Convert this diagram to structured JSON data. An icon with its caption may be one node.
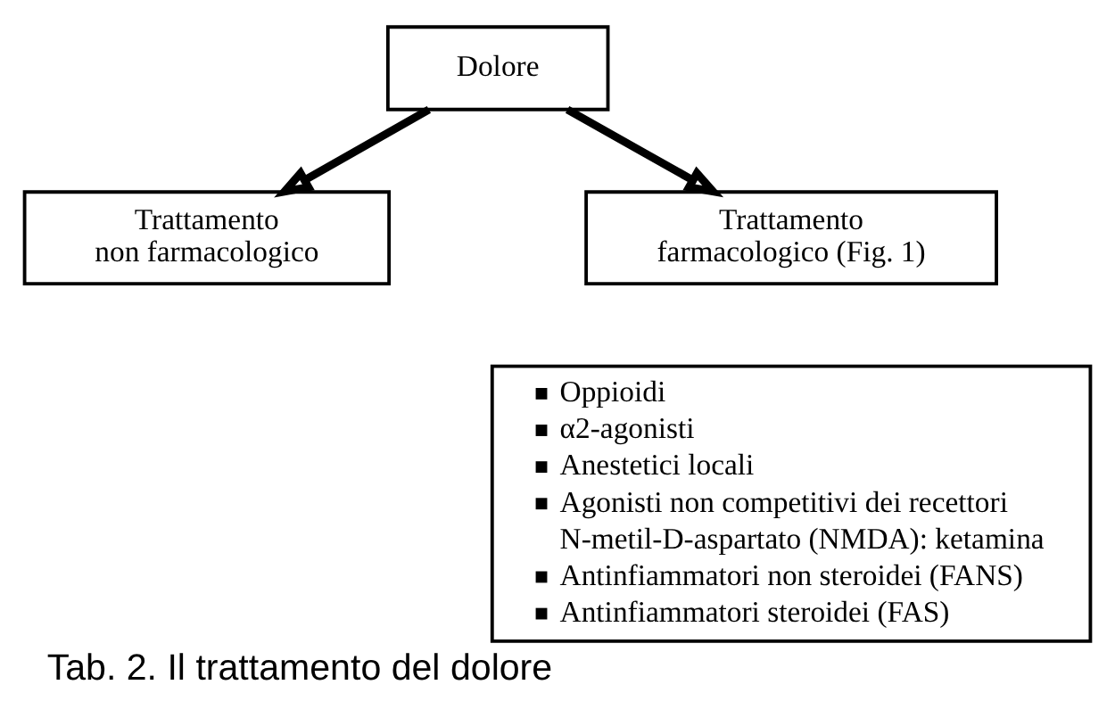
{
  "diagram": {
    "caption": "Tab. 2. Il trattamento del dolore",
    "nodes": [
      {
        "text": [
          "Dolore"
        ]
      },
      {
        "text": [
          "Trattamento non farmacologico"
        ]
      },
      {
        "text": [
          "Trattamento farmacologico (Fig. 1)"
        ]
      },
      {
        "text": [
          "Oppioidi",
          "α2-agonisti",
          "Anestetici locali",
          "Agonisti non competitivi dei recettori N-metil-D-aspartato (NMDA): ketamina",
          "Antinfiammatori non steroidei (FANS)",
          "Antinfiammatori steroidei (FAS)"
        ]
      }
    ],
    "edges": [
      {
        "from": 0,
        "to": 1,
        "arrow": "to"
      },
      {
        "from": 0,
        "to": 2,
        "arrow": "to"
      }
    ]
  }
}
